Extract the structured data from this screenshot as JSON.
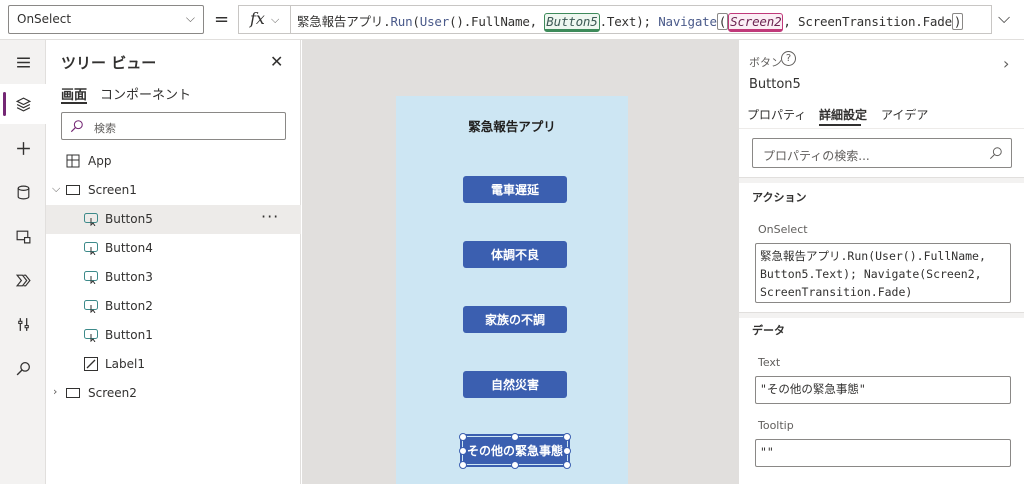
{
  "formula_bar": {
    "property": "OnSelect",
    "eq": "=",
    "fx": "fx",
    "segments": {
      "p1": "緊急報告アプリ",
      "p2": ".",
      "p3": "Run",
      "p4": "(",
      "p5": "User",
      "p6": "().FullName, ",
      "p7": "Button5",
      "p8": ".Text); ",
      "p9": "Navigate",
      "p10": "(",
      "p11": "Screen2",
      "p12": ", ScreenTransition.Fade",
      "p13": ")"
    }
  },
  "rail": {
    "items": [
      "menu-icon",
      "layers-icon",
      "add-icon",
      "data-icon",
      "media-icon",
      "automate-icon",
      "tools-icon",
      "search-icon"
    ],
    "active": "layers-icon"
  },
  "tree": {
    "title": "ツリー ビュー",
    "tab_screens": "画面",
    "tab_components": "コンポーネント",
    "search_placeholder": "検索",
    "app": "App",
    "screen1": "Screen1",
    "button5": "Button5",
    "button4": "Button4",
    "button3": "Button3",
    "button2": "Button2",
    "button1": "Button1",
    "label1": "Label1",
    "screen2": "Screen2",
    "more": "···"
  },
  "canvas": {
    "app_title": "緊急報告アプリ",
    "buttons": [
      "電車遅延",
      "体調不良",
      "家族の不調",
      "自然災害",
      "その他の緊急事態"
    ]
  },
  "props": {
    "control_type": "ボタン",
    "help": "?",
    "control_name": "Button5",
    "tabs": [
      "プロパティ",
      "詳細設定",
      "アイデア"
    ],
    "search_placeholder": "プロパティの検索...",
    "section_action": "アクション",
    "onselect_label": "OnSelect",
    "onselect_lines": [
      "緊急報告アプリ.Run(User().FullName,",
      "Button5.Text); Navigate(Screen2,",
      "ScreenTransition.Fade)"
    ],
    "section_data": "データ",
    "text_label": "Text",
    "text_value": "\"その他の緊急事態\"",
    "tooltip_label": "Tooltip",
    "tooltip_value": "\"\""
  },
  "colors": {
    "accent": "#742774",
    "button": "#3b5fb0",
    "screen_bg": "#cde6f3",
    "canvas_bg": "#e1dfdd"
  }
}
